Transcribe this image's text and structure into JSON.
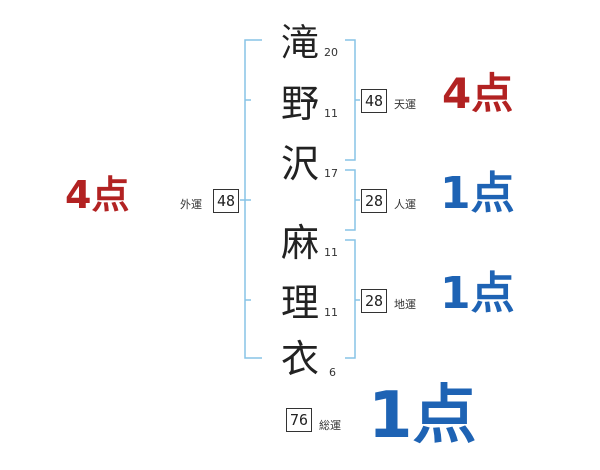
{
  "name": {
    "chars": [
      {
        "char": "滝",
        "strokes": "20"
      },
      {
        "char": "野",
        "strokes": "11"
      },
      {
        "char": "沢",
        "strokes": "17"
      },
      {
        "char": "麻",
        "strokes": "11"
      },
      {
        "char": "理",
        "strokes": "11"
      },
      {
        "char": "衣",
        "strokes": "6"
      }
    ]
  },
  "fortunes": {
    "gaiun": {
      "label": "外運",
      "value": "48",
      "score": "4点",
      "color": "#b22222"
    },
    "tenun": {
      "label": "天運",
      "value": "48",
      "score": "4点",
      "color": "#b22222"
    },
    "jinun": {
      "label": "人運",
      "value": "28",
      "score": "1点",
      "color": "#1e63b4"
    },
    "chiun": {
      "label": "地運",
      "value": "28",
      "score": "1点",
      "color": "#1e63b4"
    },
    "souun": {
      "label": "総運",
      "value": "76",
      "score": "1点",
      "color": "#1e63b4"
    }
  },
  "colors": {
    "bracket": "#87c3e6"
  }
}
